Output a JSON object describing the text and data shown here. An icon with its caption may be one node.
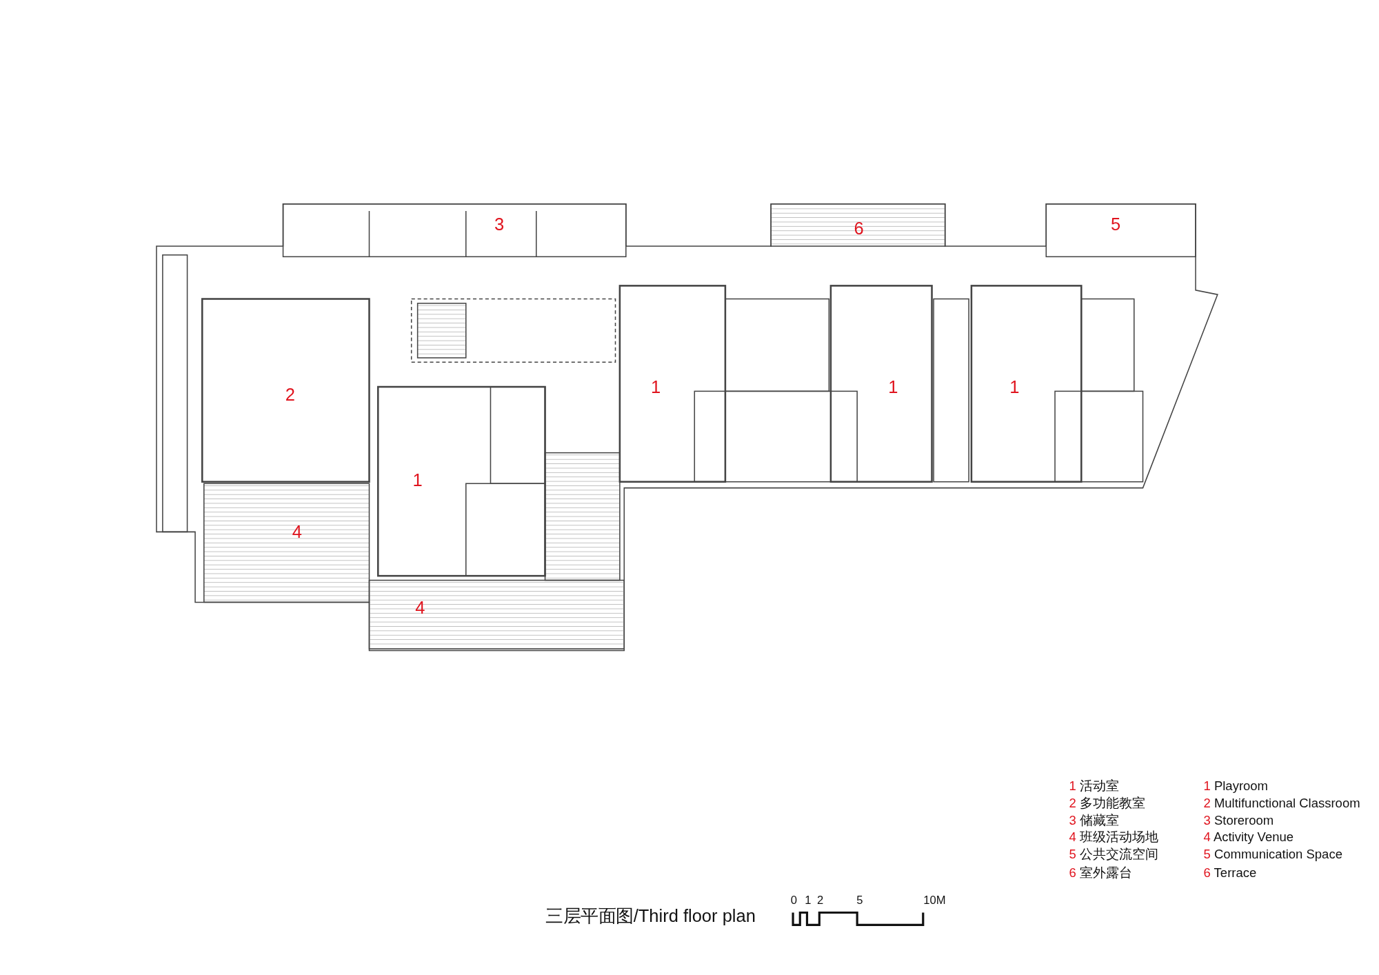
{
  "diagram": {
    "title": "三层平面图/Third floor plan",
    "labels": [
      "3",
      "6",
      "5",
      "2",
      "1",
      "1",
      "1",
      "1",
      "4",
      "4",
      "1 活动室",
      "1 Playroom",
      "2 多功能教室",
      "2 Multifunctional Classroom",
      "3 储藏室",
      "3 Storeroom",
      "4 班级活动场地",
      "4 Activity Venue",
      "5 公共交流空间",
      "5 Communication Space",
      "6 室外露台",
      "6 Terrace",
      "0",
      "1",
      "2",
      "5",
      "10M"
    ]
  }
}
